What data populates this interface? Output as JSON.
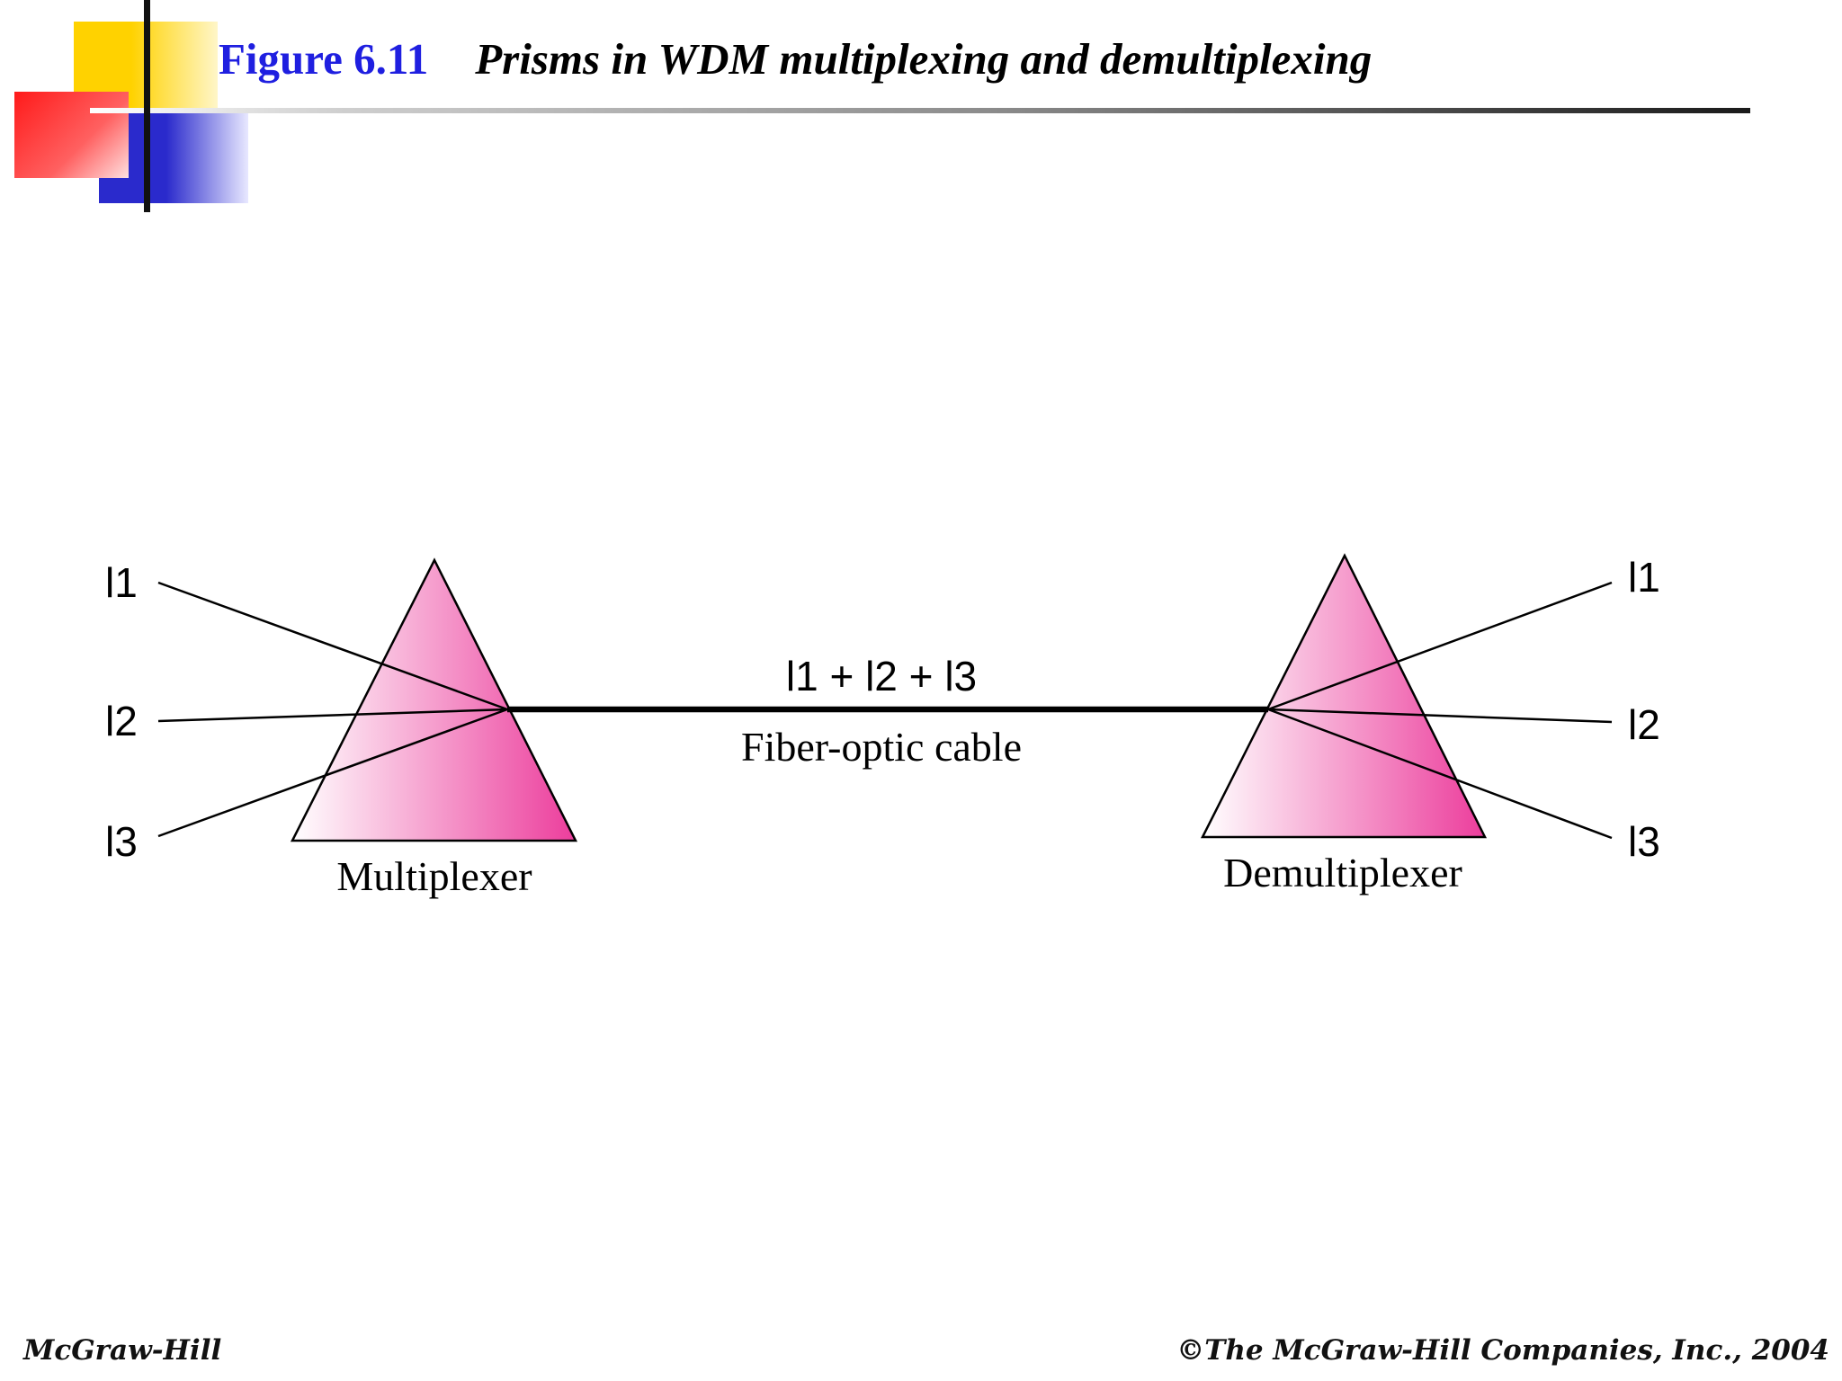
{
  "header": {
    "figure_number": "Figure 6.11",
    "figure_caption": "Prisms in WDM multiplexing and demultiplexing"
  },
  "diagram": {
    "left_labels": [
      "l1",
      "l2",
      "l3"
    ],
    "right_labels": [
      "l1",
      "l2",
      "l3"
    ],
    "combined_label": "l1 + l2 + l3",
    "cable_label": "Fiber-optic cable",
    "multiplexer_label": "Multiplexer",
    "demultiplexer_label": "Demultiplexer",
    "prism_color": "#ec3d9c"
  },
  "footer": {
    "left": "McGraw-Hill",
    "right": "©The McGraw-Hill Companies, Inc., 2004"
  }
}
